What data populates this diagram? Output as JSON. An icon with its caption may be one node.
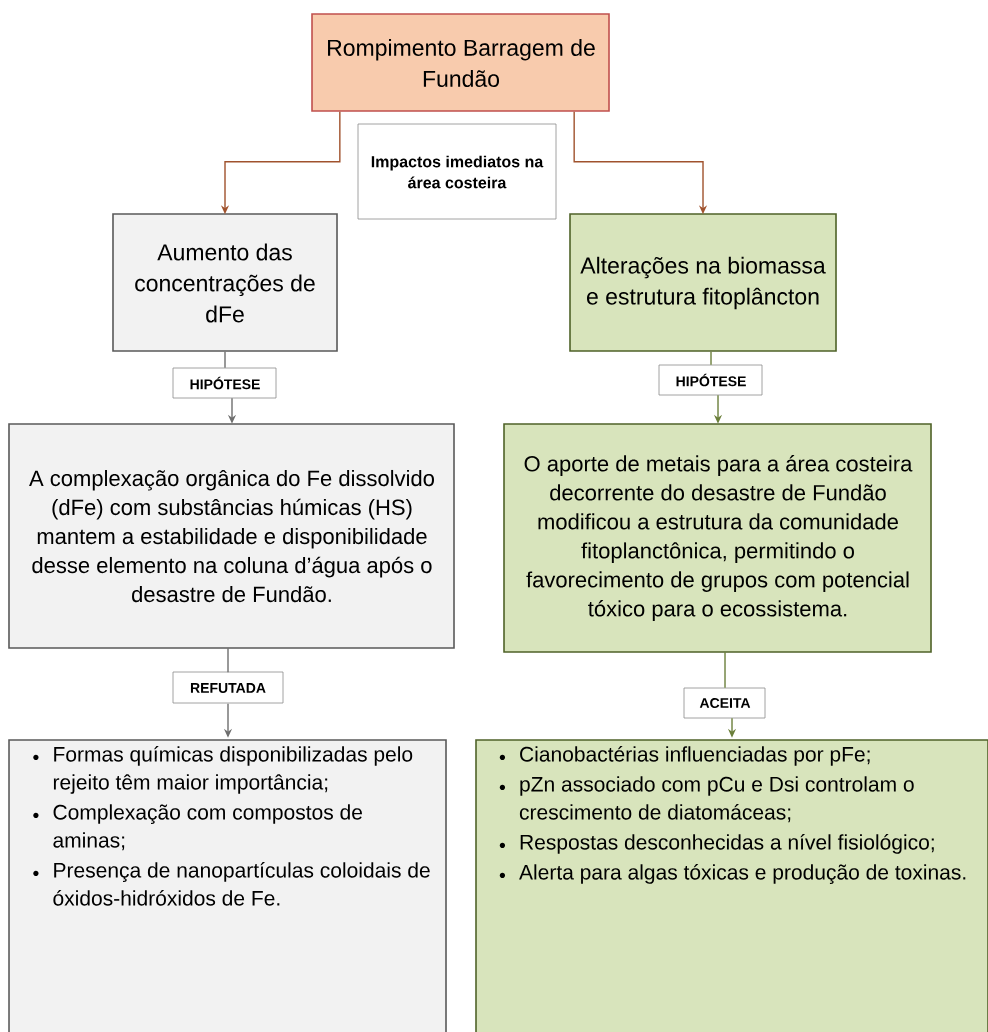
{
  "diagram": {
    "nodes": [
      {
        "text": [
          "Rompimento Barragem de Fundão"
        ]
      },
      {
        "text": [
          "Impactos imediatos na área costeira"
        ]
      },
      {
        "text": [
          "Aumento das concentrações de dFe"
        ]
      },
      {
        "text": [
          "Alterações na biomassa e estrutura fitoplâncton"
        ]
      },
      {
        "text": [
          "HIPÓTESE"
        ]
      },
      {
        "text": [
          "HIPÓTESE"
        ]
      },
      {
        "text": [
          "A complexação orgânica do Fe dissolvido (dFe) com substâncias húmicas (HS) mantem a estabilidade e disponibilidade desse elemento na coluna d’água após o desastre de Fundão."
        ]
      },
      {
        "text": [
          "O aporte de metais para a área costeira decorrente do desastre de Fundão modificou a estrutura da comunidade fitoplanctônica, permitindo o favorecimento de grupos com potencial tóxico para o ecossistema."
        ]
      },
      {
        "text": [
          "REFUTADA"
        ]
      },
      {
        "text": [
          "ACEITA"
        ]
      },
      {
        "text": [
          "Formas químicas disponibilizadas pelo rejeito têm maior importância;",
          "Complexação com compostos de aminas;",
          "Presença de nanopartículas coloidais de óxidos-hidróxidos de Fe."
        ]
      },
      {
        "text": [
          "Cianobactérias influenciadas por pFe;",
          "pZn associado com pCu e Dsi controlam o crescimento de diatomáceas;",
          "Respostas desconhecidas a nível fisiológico;",
          "Alerta para algas tóxicas e produção de toxinas."
        ]
      }
    ],
    "edges": [
      {
        "from": 0,
        "to": 2,
        "arrow": "to",
        "color": "#a0522d"
      },
      {
        "from": 0,
        "to": 3,
        "arrow": "to",
        "color": "#a0522d"
      },
      {
        "from": 2,
        "to": 4,
        "arrow": "none",
        "color": "#6e6e6e"
      },
      {
        "from": 4,
        "to": 6,
        "arrow": "to",
        "color": "#6e6e6e"
      },
      {
        "from": 3,
        "to": 5,
        "arrow": "none",
        "color": "#6b7f3a"
      },
      {
        "from": 5,
        "to": 7,
        "arrow": "to",
        "color": "#6b7f3a"
      },
      {
        "from": 6,
        "to": 8,
        "arrow": "none",
        "color": "#6e6e6e"
      },
      {
        "from": 8,
        "to": 10,
        "arrow": "to",
        "color": "#6e6e6e"
      },
      {
        "from": 7,
        "to": 9,
        "arrow": "none",
        "color": "#6b7f3a"
      },
      {
        "from": 9,
        "to": 11,
        "arrow": "to",
        "color": "#6b7f3a"
      }
    ]
  }
}
